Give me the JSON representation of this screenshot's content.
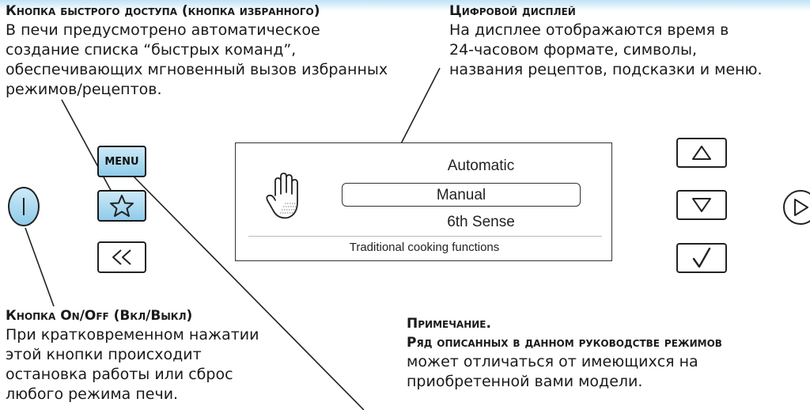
{
  "callouts": {
    "favorite": {
      "title": "Кнопка быстрого доступа (кнопка избранного)",
      "text": "В печи предусмотрено автоматическое\nсоздание списка “быстрых команд”,\nобеспечивающих мгновенный вызов избранных\nрежимов/рецептов."
    },
    "display": {
      "title": "Цифровой дисплей",
      "text": "На дисплее отображаются время в\n24-часовом формате, символы,\nназвания рецептов, подсказки и меню."
    },
    "onoff": {
      "title": "Кнопка On/Off (Вкл/Выкл)",
      "text": "При кратковременном нажатии\nэтой кнопки происходит\nостановка работы или сброс\nлюбого режима печи."
    },
    "note": {
      "title": "Примечание.",
      "subtitle": "Ряд описанных в данном руководстве режимов",
      "text": "может отличаться от имеющихся на\nприобретенной вами модели."
    }
  },
  "panel": {
    "menu_label": "MENU",
    "display": {
      "items": [
        "Automatic",
        "Manual",
        "6th Sense"
      ],
      "selected_index": 1,
      "footer": "Traditional cooking functions",
      "icon": "hand-icon"
    },
    "icons": {
      "power": "power-icon",
      "favorite": "star-icon",
      "back": "rewind-icon",
      "up": "triangle-up-icon",
      "down": "triangle-down-icon",
      "ok": "checkmark-icon",
      "play": "play-icon"
    },
    "accent_color": "#8fcbea"
  }
}
